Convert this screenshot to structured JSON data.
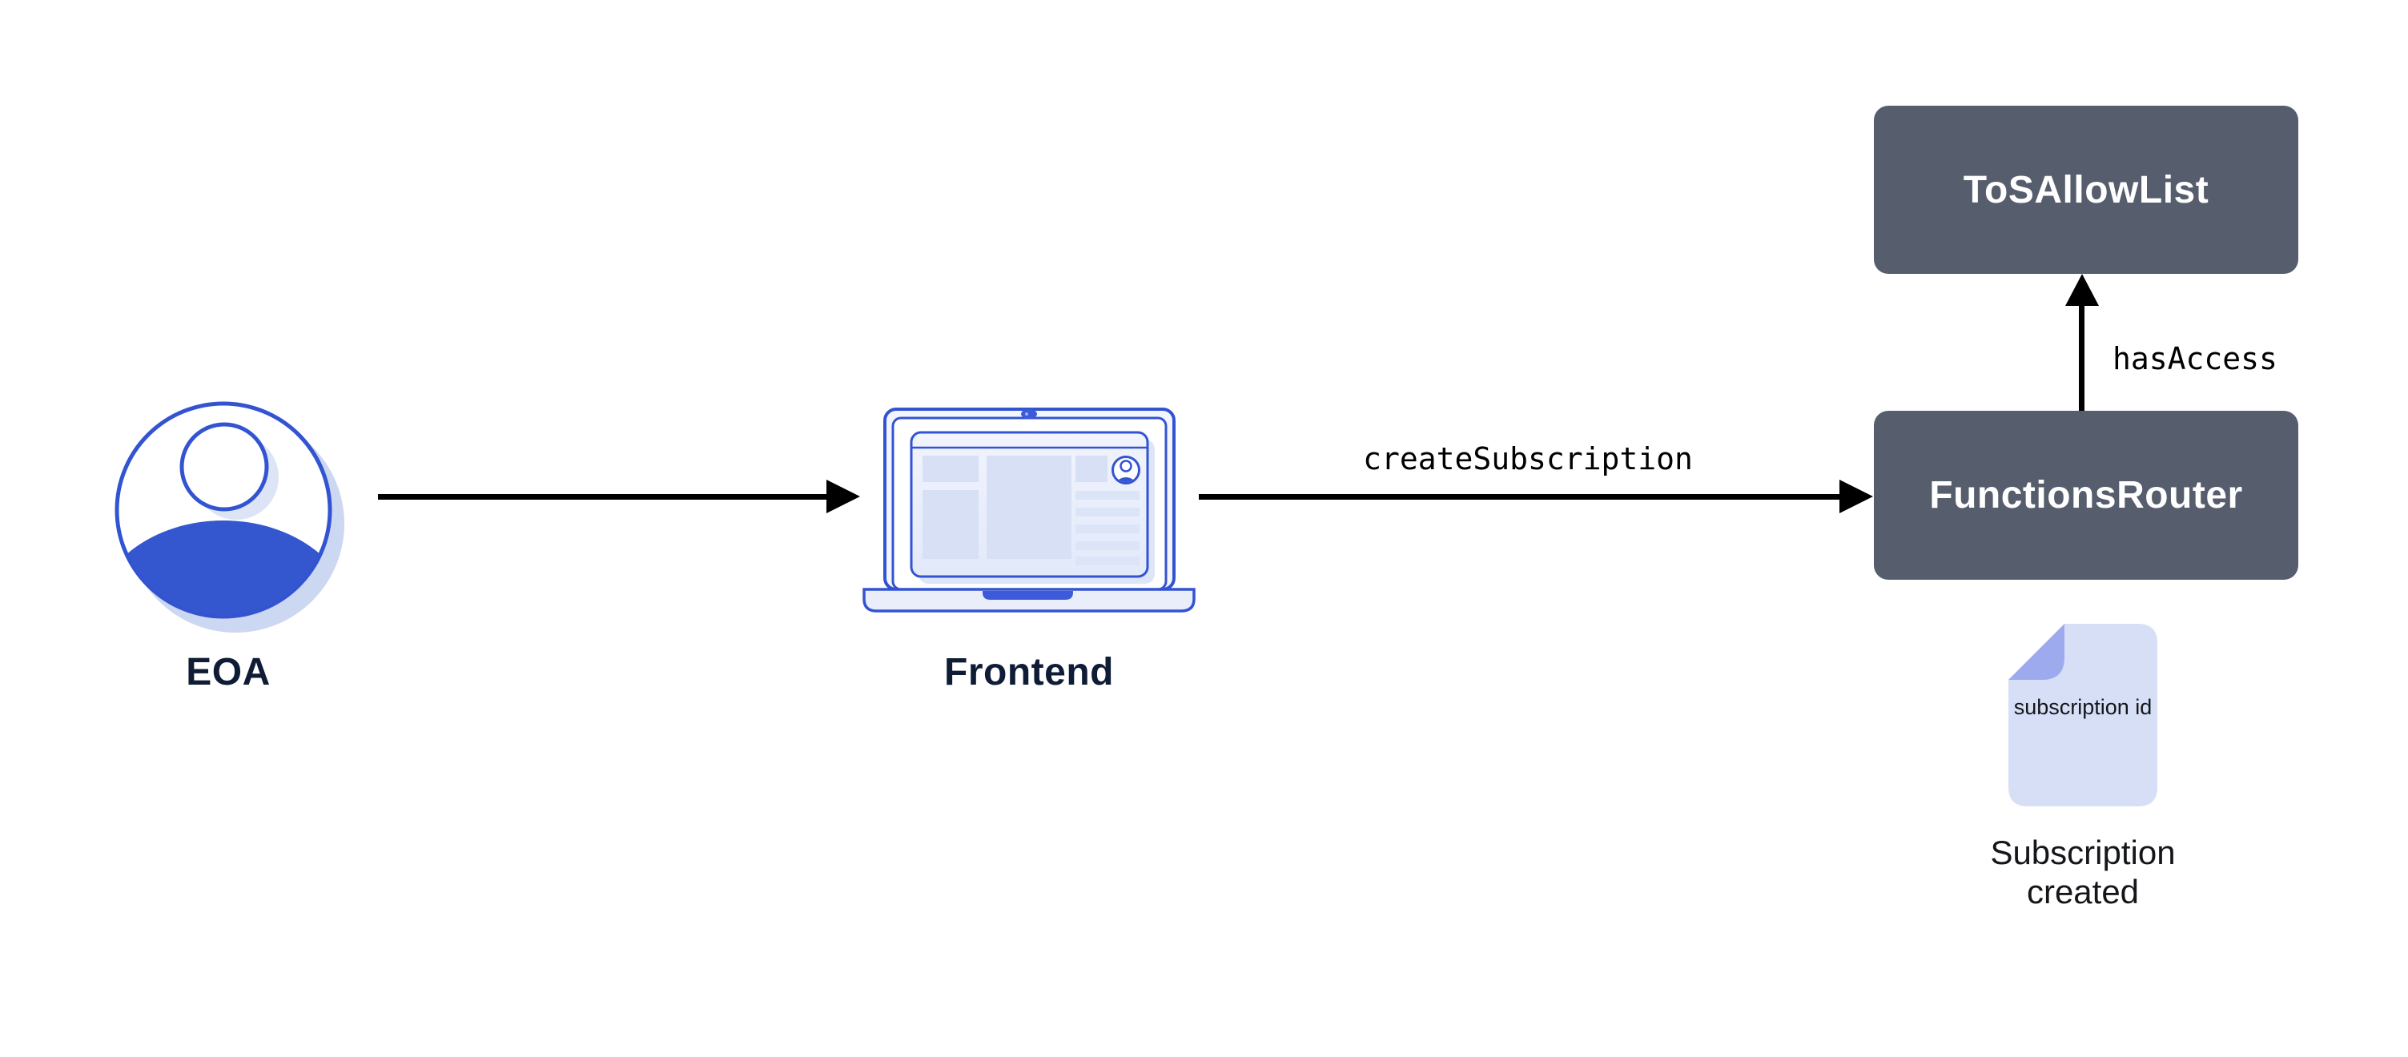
{
  "diagram": {
    "nodes": {
      "eoa": {
        "label": "EOA"
      },
      "frontend": {
        "label": "Frontend"
      },
      "functions_router": {
        "label": "FunctionsRouter"
      },
      "tos_allow_list": {
        "label": "ToSAllowList"
      },
      "subscription_doc": {
        "text": "subscription id",
        "caption": "Subscription created"
      }
    },
    "edges": {
      "eoa_to_frontend": {
        "label": ""
      },
      "frontend_to_functions_router": {
        "label": "createSubscription"
      },
      "functions_router_to_tos_allow_list": {
        "label": "hasAccess"
      }
    },
    "colors": {
      "contract_box_bg": "#565d6d",
      "contract_box_text": "#ffffff",
      "accent_blue_stroke": "#3354d1",
      "solid_blue_fill": "#3457cf",
      "light_blue_fill": "#d8e0f6",
      "pale_blue_fill": "#eaeefb",
      "shadow_blue": "#ccd7f1",
      "doc_page_fill": "#d7dff7",
      "doc_fold_fill": "#9dabee",
      "node_label_text": "#0f1c36",
      "arrow_color": "#000000",
      "background": "#ffffff"
    }
  }
}
